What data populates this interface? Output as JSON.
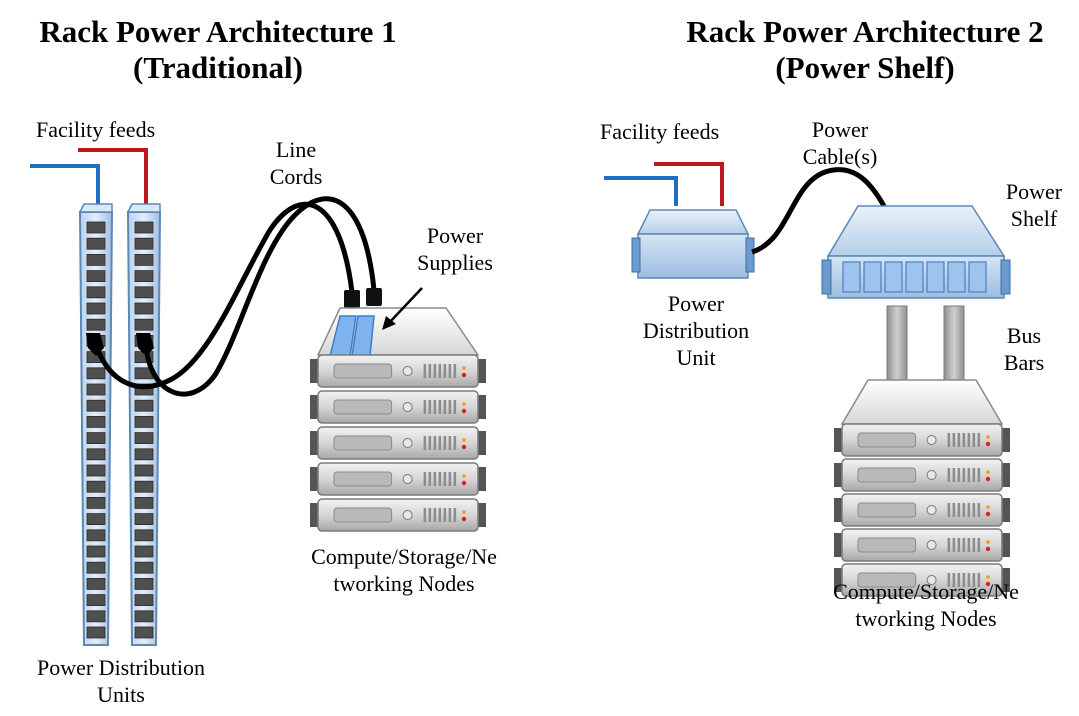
{
  "diagram_left": {
    "title_line1": "Rack Power Architecture 1",
    "title_line2": "(Traditional)",
    "facility_feeds": "Facility feeds",
    "line_cords_line1": "Line",
    "line_cords_line2": "Cords",
    "power_supplies_line1": "Power",
    "power_supplies_line2": "Supplies",
    "nodes_line1": "Compute/Storage/Ne",
    "nodes_line2": "tworking  Nodes",
    "pdu_line1": "Power Distribution",
    "pdu_line2": "Units"
  },
  "diagram_right": {
    "title_line1": "Rack Power Architecture 2",
    "title_line2": "(Power Shelf)",
    "facility_feeds": "Facility feeds",
    "power_cable_line1": "Power",
    "power_cable_line2": "Cable(s)",
    "power_shelf_line1": "Power",
    "power_shelf_line2": "Shelf",
    "pdu_line1": "Power",
    "pdu_line2": "Distribution",
    "pdu_line3": "Unit",
    "bus_bars_line1": "Bus",
    "bus_bars_line2": "Bars",
    "nodes_line1": "Compute/Storage/Ne",
    "nodes_line2": "tworking  Nodes"
  },
  "colors": {
    "feed_blue": "#1f6fc0",
    "feed_red": "#c0161d",
    "pdu_blue": "#9cc0e4",
    "pdu_outline": "#5d87b4",
    "cable": "#000000",
    "server_gray": "#cfcfcf",
    "bus_bar": "#a9a9a9",
    "psu_highlight": "#7fb3ee"
  }
}
